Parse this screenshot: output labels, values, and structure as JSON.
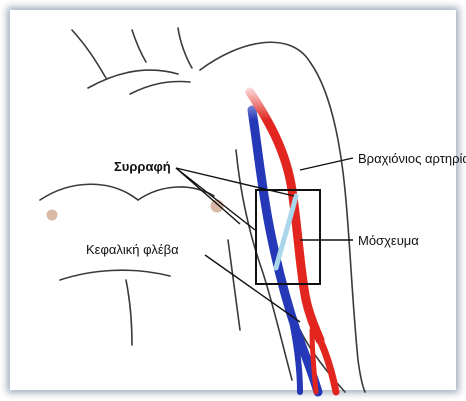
{
  "labels": {
    "suture": "Συρραφή",
    "brachial_artery": "Βραχιόνιος αρτηρία",
    "graft": "Μόσχευμα",
    "cephalic_vein": "Κεφαλική φλέβα"
  },
  "colors": {
    "artery": "#e2261f",
    "vein": "#2438b8",
    "graft": "#a9d6e8",
    "skin_line": "#3a3a3a",
    "nipple": "#d9b9a6"
  }
}
